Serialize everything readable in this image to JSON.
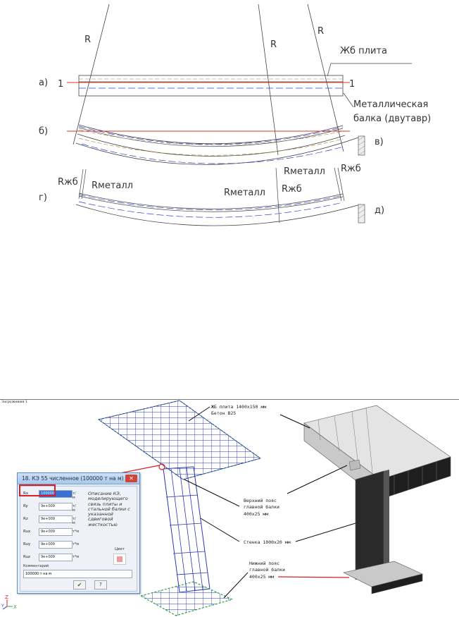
{
  "top_figure": {
    "labels": {
      "r_left": "R",
      "r_mid": "R",
      "r_right": "R",
      "zhb_plita": "Жб плита",
      "metal_beam_line1": "Металлическая",
      "metal_beam_line2": "балка (двутавр)",
      "label_a": "а)",
      "section_left": "1",
      "section_right": "1",
      "label_b": "б)",
      "label_v": "в)",
      "label_g": "г)",
      "label_d": "д)",
      "rzhb_left": "Rжб",
      "rmetall_left": "Rметалл",
      "rmetall_mid": "Rметалл",
      "rzhb_mid": "Rжб",
      "rmetall_right": "Rметалл",
      "rzhb_right": "Rжб"
    }
  },
  "bottom_figure": {
    "load_case": "Загружения 1",
    "callouts": {
      "slab_line1": "ЖБ плита 1400х150 мм",
      "slab_line2": "Бетон В25",
      "top_flange_line1": "Верхний пояс",
      "top_flange_line2": "главной балки",
      "top_flange_line3": "400х25 мм",
      "web": "Стенка 1000х20 мм",
      "bottom_flange_line1": "Нижний пояс",
      "bottom_flange_line2": "главной балки",
      "bottom_flange_line3": "400х25 мм"
    },
    "axes": {
      "x": "X",
      "y": "Y",
      "z": "Z"
    }
  },
  "dialog": {
    "title": "18. КЭ 55 численное (100000 т на м)",
    "close": "✕",
    "fields": [
      {
        "label": "Rx",
        "value": "100000",
        "unit": "т/м"
      },
      {
        "label": "Ry",
        "value": "9e+009",
        "unit": "т/м"
      },
      {
        "label": "Rz",
        "value": "9e+009",
        "unit": "т/м"
      },
      {
        "label": "Rux",
        "value": "9e+009",
        "unit": "т*м"
      },
      {
        "label": "Ruy",
        "value": "9e+009",
        "unit": "т*м"
      },
      {
        "label": "Ruz",
        "value": "9e+009",
        "unit": "т*м"
      }
    ],
    "description": "Описание КЭ, моделирующего связь плиты и стальной балки с указанной сдвиговой жесткостью",
    "color_label": "Цвет",
    "color_value": "#ee9a9a",
    "comment_label": "Комментарий",
    "comment_value": "100000 т на м",
    "ok": "✔",
    "help": "?"
  }
}
